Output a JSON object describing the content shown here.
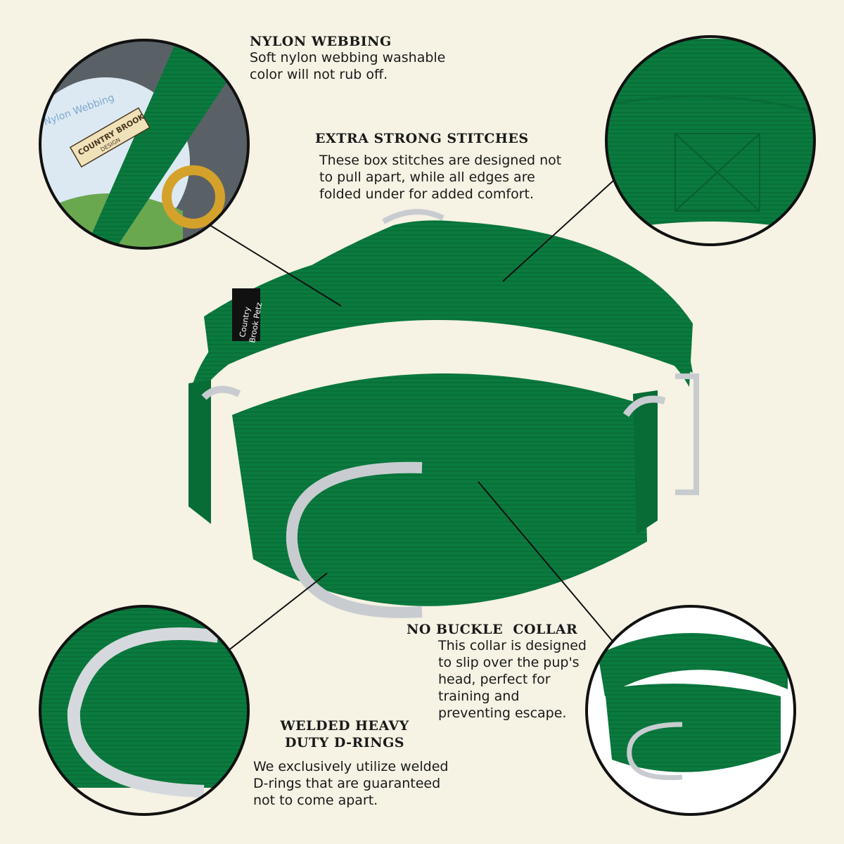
{
  "features": [
    {
      "title": "NYLON WEBBING",
      "body": [
        "Soft nylon webbing washable",
        "color will not rub off."
      ]
    },
    {
      "title": "EXTRA STRONG STITCHES",
      "body": [
        "These box stitches are designed not",
        "to pull apart, while all edges are",
        "folded under for added comfort."
      ]
    },
    {
      "title": "NO BUCKLE  COLLAR",
      "body": [
        "This collar is designed",
        "to slip over the pup's",
        "head, perfect for",
        "training and",
        "preventing escape."
      ]
    },
    {
      "title_lines": [
        "WELDED HEAVY",
        "DUTY D-RINGS"
      ],
      "body": [
        "We exclusively utilize welded",
        "D-rings that are guaranteed",
        "not to come apart."
      ]
    }
  ],
  "collar_tag": [
    "Country",
    "Brook Petz"
  ],
  "logo_text": {
    "spool": "Nylon Webbing",
    "brand": "COUNTRY BROOK",
    "sub": "DESIGN"
  },
  "colors": {
    "background": "#f6f2e4",
    "collar_green": "#0a7a3e",
    "ring_silver": "#c8ccd0"
  }
}
